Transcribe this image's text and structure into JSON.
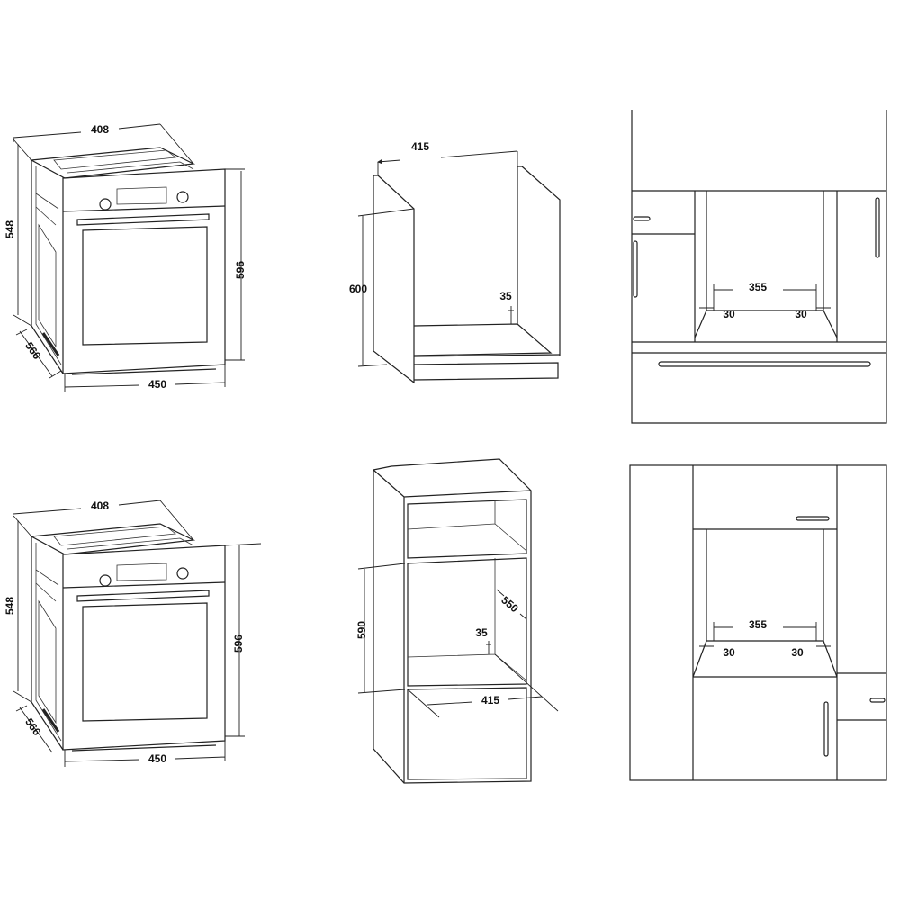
{
  "diagrams": {
    "oven_top": {
      "width": "408",
      "height": "548",
      "front_height": "596",
      "depth": "566",
      "front_width": "450"
    },
    "cabinet_under_counter": {
      "width": "415",
      "height": "600",
      "gap": "35"
    },
    "kitchen_under_counter": {
      "niche_width": "355",
      "left_gap": "30",
      "right_gap": "30"
    },
    "oven_bottom": {
      "width": "408",
      "height": "548",
      "front_height": "596",
      "depth": "566",
      "front_width": "450"
    },
    "cabinet_tall": {
      "height": "590",
      "depth": "550",
      "gap": "35",
      "width": "415"
    },
    "kitchen_tall": {
      "niche_width": "355",
      "left_gap": "30",
      "right_gap": "30"
    }
  }
}
